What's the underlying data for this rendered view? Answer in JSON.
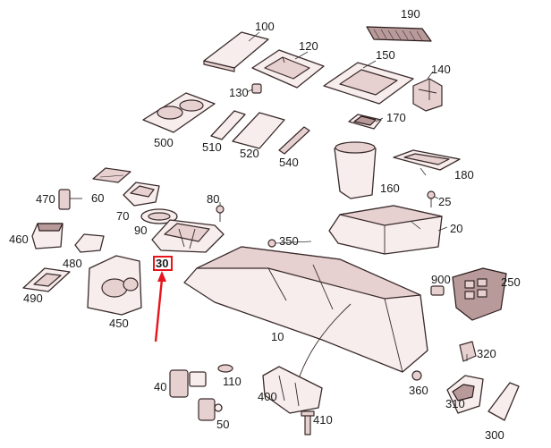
{
  "diagram": {
    "selected_part": "30",
    "colors": {
      "part_fill": "#f7eded",
      "part_stroke": "#3a2a2a",
      "highlight": "#e8141c"
    },
    "callouts": {
      "p10": "10",
      "p20": "20",
      "p25": "25",
      "p30": "30",
      "p40": "40",
      "p50": "50",
      "p60": "60",
      "p70": "70",
      "p80": "80",
      "p90": "90",
      "p100": "100",
      "p110": "110",
      "p120": "120",
      "p130": "130",
      "p140": "140",
      "p150": "150",
      "p160": "160",
      "p170": "170",
      "p180": "180",
      "p190": "190",
      "p250": "250",
      "p300": "300",
      "p310": "310",
      "p320": "320",
      "p350": "350",
      "p360": "360",
      "p400": "400",
      "p410": "410",
      "p450": "450",
      "p460": "460",
      "p470": "470",
      "p480": "480",
      "p490": "490",
      "p500": "500",
      "p510": "510",
      "p520": "520",
      "p540": "540",
      "p900": "900"
    }
  }
}
